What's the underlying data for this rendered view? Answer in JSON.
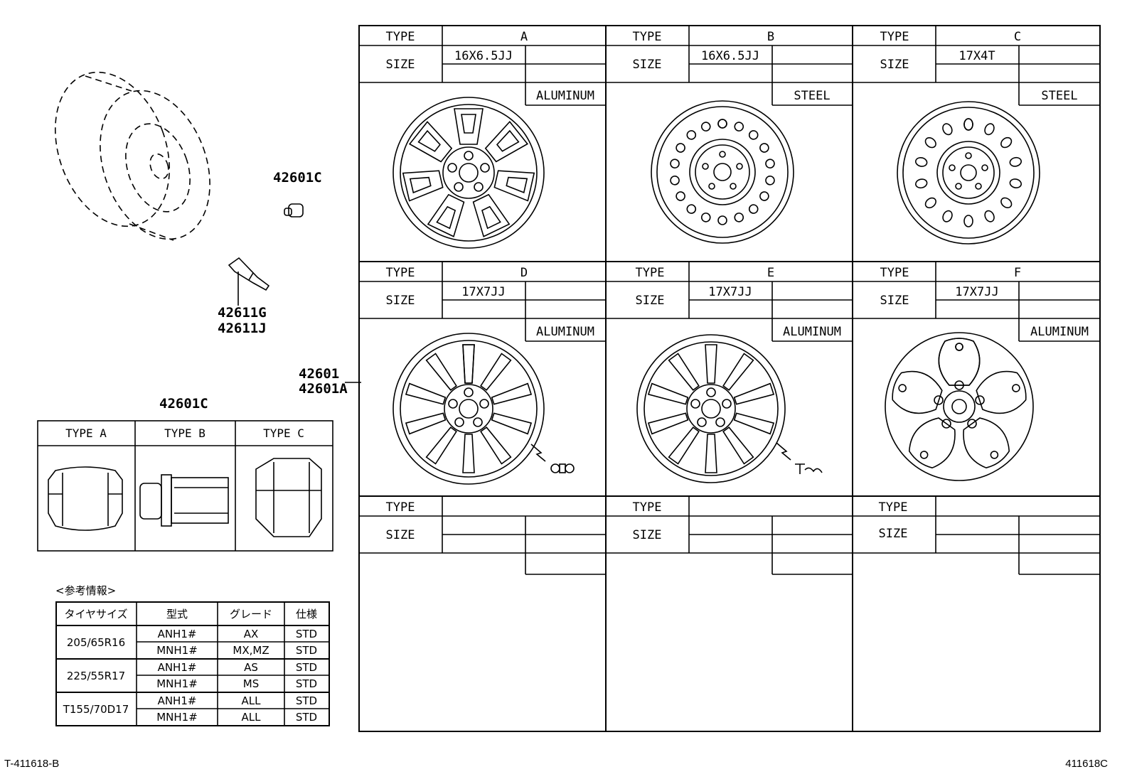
{
  "parts": {
    "cap_top": "42601C",
    "valve_1": "42611G",
    "valve_2": "42611J",
    "wheel_1": "42601",
    "wheel_2": "42601A",
    "nut_table_title": "42601C"
  },
  "nut_table": {
    "headers": [
      "TYPE A",
      "TYPE B",
      "TYPE C"
    ]
  },
  "labels": {
    "type": "TYPE",
    "size": "SIZE"
  },
  "wheels": [
    {
      "type": "A",
      "size": "16X6.5JJ",
      "material": "ALUMINUM"
    },
    {
      "type": "B",
      "size": "16X6.5JJ",
      "material": "STEEL"
    },
    {
      "type": "C",
      "size": "17X4T",
      "material": "STEEL"
    },
    {
      "type": "D",
      "size": "17X7JJ",
      "material": "ALUMINUM"
    },
    {
      "type": "E",
      "size": "17X7JJ",
      "material": "ALUMINUM"
    },
    {
      "type": "F",
      "size": "17X7JJ",
      "material": "ALUMINUM"
    }
  ],
  "reference": {
    "title": "<参考情報>",
    "headers": [
      "タイヤサイズ",
      "型式",
      "グレード",
      "仕様"
    ],
    "groups": [
      {
        "tire": "205/65R16",
        "rows": [
          [
            "ANH1#",
            "AX",
            "STD"
          ],
          [
            "MNH1#",
            "MX,MZ",
            "STD"
          ]
        ]
      },
      {
        "tire": "225/55R17",
        "rows": [
          [
            "ANH1#",
            "AS",
            "STD"
          ],
          [
            "MNH1#",
            "MS",
            "STD"
          ]
        ]
      },
      {
        "tire": "T155/70D17",
        "rows": [
          [
            "ANH1#",
            "ALL",
            "STD"
          ],
          [
            "MNH1#",
            "ALL",
            "STD"
          ]
        ]
      }
    ]
  },
  "footer": {
    "left": "T-411618-B",
    "right": "411618C"
  }
}
